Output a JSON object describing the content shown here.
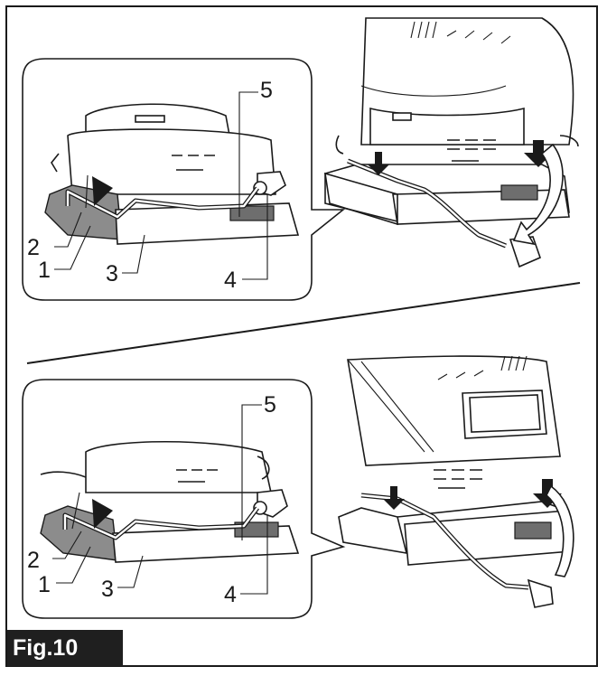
{
  "figure": {
    "label": "Fig.10",
    "callouts": {
      "top": [
        "1",
        "2",
        "3",
        "4",
        "5"
      ],
      "bottom": [
        "1",
        "2",
        "3",
        "4",
        "5"
      ]
    }
  }
}
